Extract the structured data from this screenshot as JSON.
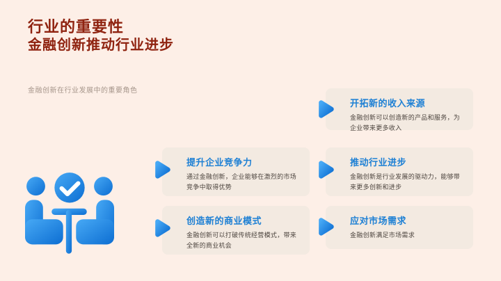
{
  "slide": {
    "title_line1": "行业的重要性",
    "title_line2": "金融创新推动行业进步",
    "subtitle": "金融创新在行业发展中的重要角色"
  },
  "icon": {
    "name": "meeting-approved-icon"
  },
  "colors": {
    "background": "#fdefe7",
    "card_background": "#f3eae1",
    "title_red": "#8f2310",
    "card_title_blue": "#1e80d4",
    "body_text": "#4d453f",
    "subtitle_gray": "#a6968b",
    "icon_blue_light": "#47a9f5",
    "icon_blue_dark": "#0d6ed2"
  },
  "cards": [
    {
      "title": "开拓新的收入来源",
      "body": "金融创新可以创造新的产品和服务，为企业带来更多收入"
    },
    {
      "title": "提升企业竞争力",
      "body": "通过金融创新，企业能够在激烈的市场竞争中取得优势"
    },
    {
      "title": "推动行业进步",
      "body": "金融创新是行业发展的驱动力，能够带来更多创新和进步"
    },
    {
      "title": "创造新的商业模式",
      "body": "金融创新可以打破传统经营模式，带来全新的商业机会"
    },
    {
      "title": "应对市场需求",
      "body": "金融创新满足市场需求"
    }
  ]
}
